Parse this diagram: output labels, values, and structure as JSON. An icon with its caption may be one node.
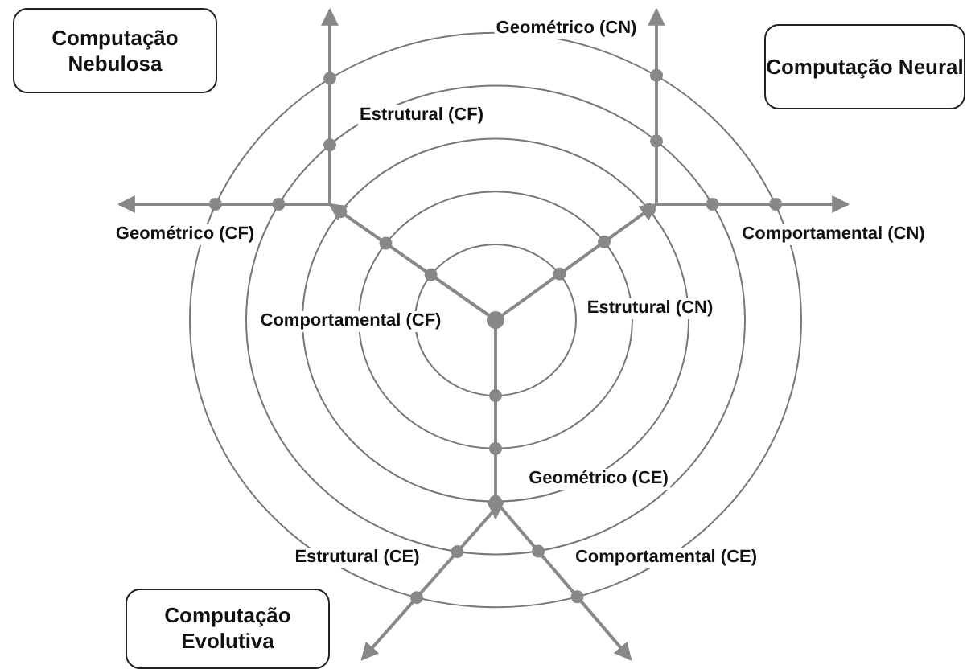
{
  "diagram": {
    "nodes": [
      {
        "text": [
          "Computação Nebulosa"
        ]
      },
      {
        "text": [
          "Computação Neural"
        ]
      },
      {
        "text": [
          "Computação Evolutiva"
        ]
      }
    ],
    "labels": [
      "Geométrico (CN)",
      "Estrutural (CF)",
      "Geométrico (CF)",
      "Comportamental (CN)",
      "Comportamental (CF)",
      "Estrutural (CN)",
      "Geométrico (CE)",
      "Estrutural (CE)",
      "Comportamental (CE)"
    ]
  }
}
